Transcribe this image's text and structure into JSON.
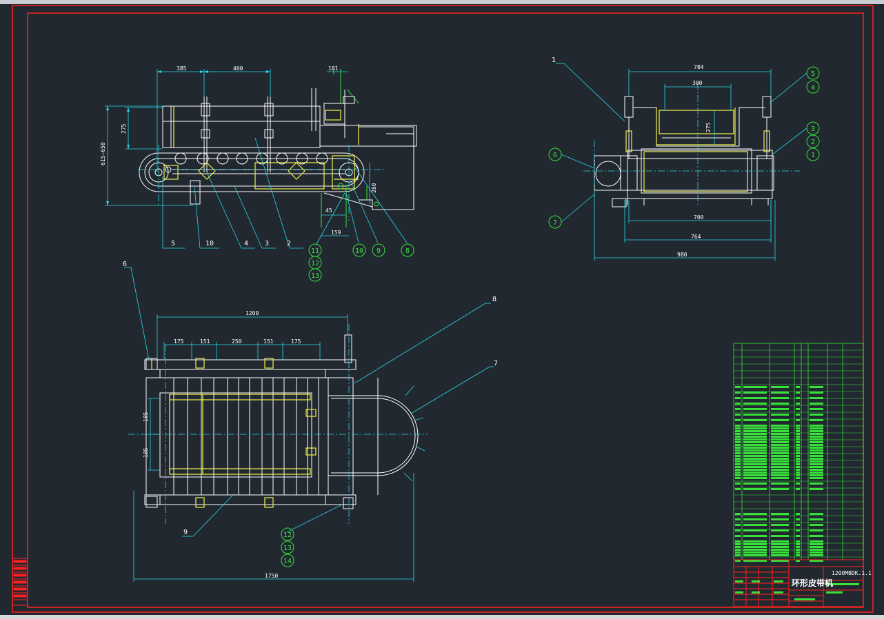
{
  "drawing": {
    "title_block_title": "环形皮带机",
    "drawing_number": "1200MBDK.1.1"
  },
  "front_view": {
    "dims": [
      "385",
      "400",
      "181",
      "275",
      "615~650",
      "280",
      "45",
      "159"
    ],
    "balloons": [
      "5",
      "10",
      "4",
      "3",
      "2",
      "11",
      "12",
      "13",
      "10",
      "9",
      "8"
    ]
  },
  "side_view": {
    "dims": [
      "784",
      "300",
      "275",
      "700",
      "764",
      "980"
    ],
    "balloons": [
      "1",
      "5",
      "4",
      "3",
      "2",
      "1",
      "6",
      "7"
    ]
  },
  "top_view": {
    "dims": [
      "1200",
      "175",
      "151",
      "250",
      "151",
      "175",
      "185",
      "185",
      "1750"
    ],
    "balloons": [
      "6",
      "8",
      "7",
      "9",
      "12",
      "13",
      "14"
    ]
  },
  "colors": {
    "background": "#212830",
    "border": "#ff2020",
    "outline": "#ffffff",
    "part": "#f2f24a",
    "center_line": "#29d9e8",
    "table": "#39e23b"
  }
}
